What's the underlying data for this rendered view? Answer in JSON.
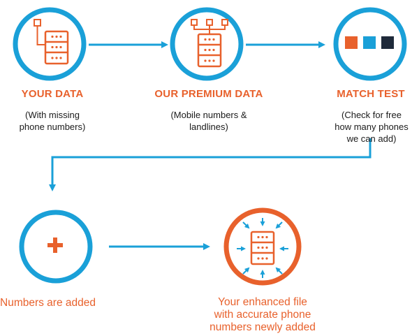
{
  "colors": {
    "ring": "#1aa0d8",
    "accent_orange": "#e8612c",
    "accent_blue": "#1aa0d8",
    "accent_navy": "#1f2a3a",
    "text_dark": "#1b1b1b"
  },
  "steps": [
    {
      "title": "YOUR DATA",
      "subtitle": [
        "(With missing",
        "phone numbers)"
      ],
      "icon": "database-icon"
    },
    {
      "title": "OUR PREMIUM DATA",
      "subtitle": [
        "(Mobile numbers &",
        "landlines)"
      ],
      "icon": "database-network-icon"
    },
    {
      "title": "MATCH TEST",
      "subtitle": [
        "(Check for free",
        "how many phones",
        "we can add)"
      ],
      "icon": "color-squares-icon"
    },
    {
      "title": "Numbers are added",
      "icon": "plus-icon"
    },
    {
      "title": [
        "Your enhanced file",
        "with accurate phone",
        "numbers newly added"
      ],
      "icon": "database-inward-arrows-icon"
    }
  ]
}
